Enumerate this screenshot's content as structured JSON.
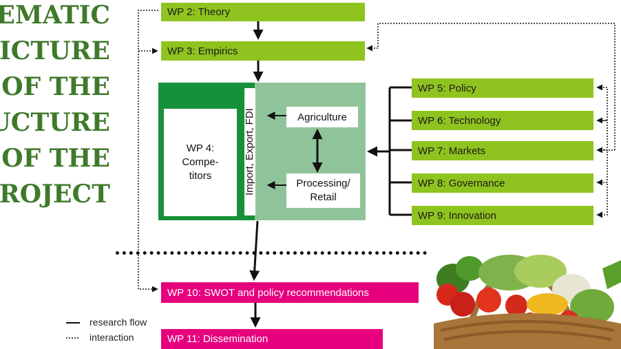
{
  "title": [
    "HEMATIC",
    "PICTURE",
    "OF THE",
    "UCTURE",
    "OF THE",
    "PROJECT"
  ],
  "work_packages": {
    "wp2": "WP 2: Theory",
    "wp3": "WP 3: Empirics",
    "wp4": "WP 4:\nCompe-\ntitors",
    "wp5": "WP 5: Policy",
    "wp6": "WP 6: Technology",
    "wp7": "WP 7: Markets",
    "wp8": "WP 8: Governance",
    "wp9": "WP 9: Innovation",
    "wp10": "WP 10: SWOT and policy recommendations",
    "wp11": "WP 11: Dissemination"
  },
  "core": {
    "trade": "Import, Export, FDI",
    "agriculture": "Agriculture",
    "processing": "Processing/\nRetail"
  },
  "legend": {
    "research_flow": "research flow",
    "interaction": "interaction"
  },
  "colors": {
    "title": "#3f7a2b",
    "wp_green": "#8fc31f",
    "wp_pink": "#e6007e",
    "core_dark": "#17903a",
    "core_light": "#8fc49a"
  }
}
